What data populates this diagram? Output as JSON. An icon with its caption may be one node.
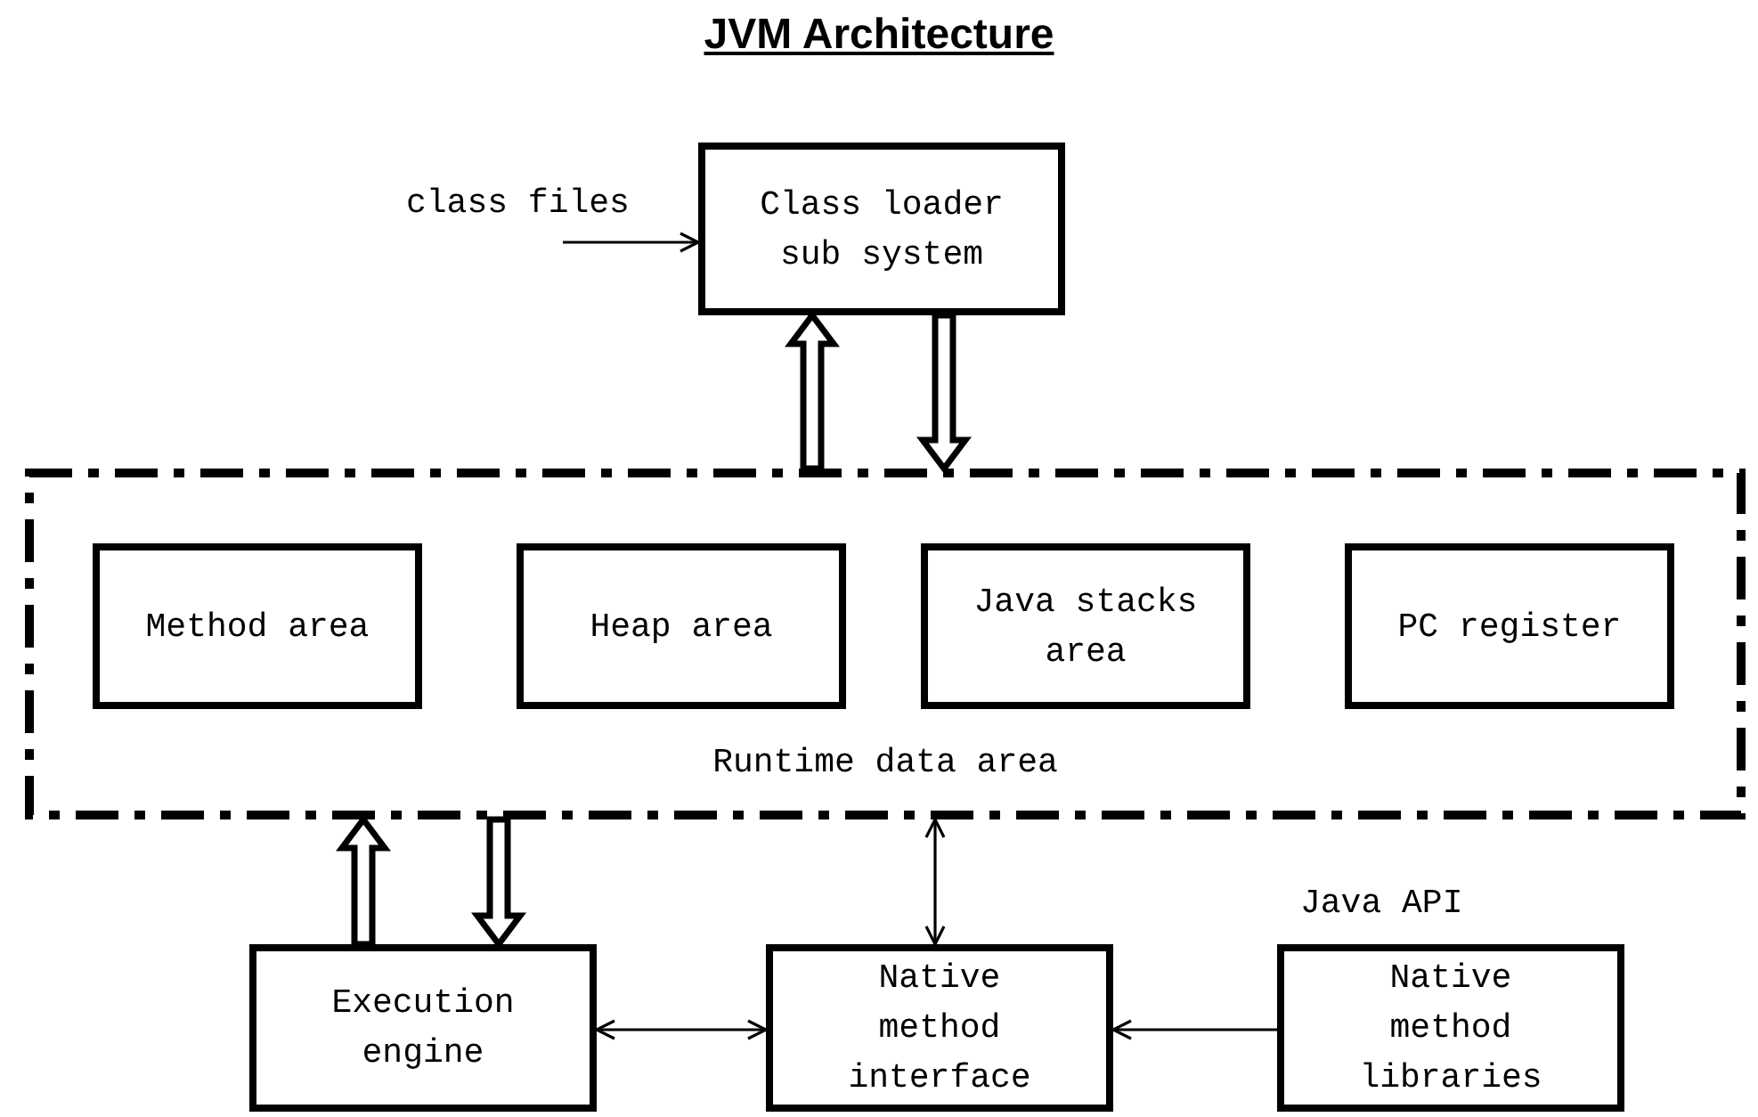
{
  "diagram": {
    "title": "JVM Architecture",
    "nodes": [
      {
        "text": [
          "class files"
        ]
      },
      {
        "text": [
          "Class loader sub system"
        ]
      },
      {
        "text": [
          "Runtime data area"
        ]
      },
      {
        "text": [
          "Method area"
        ],
        "in": 2
      },
      {
        "text": [
          "Heap area"
        ],
        "in": 2
      },
      {
        "text": [
          "Java stacks area"
        ],
        "in": 2
      },
      {
        "text": [
          "PC register"
        ],
        "in": 2
      },
      {
        "text": [
          "Execution engine"
        ]
      },
      {
        "text": [
          "Native method interface"
        ]
      },
      {
        "text": [
          "Native method libraries"
        ],
        "beside": [
          "Java API"
        ]
      }
    ],
    "edges": [
      {
        "from": 0,
        "to": 1,
        "arrow": "to"
      },
      {
        "from": 2,
        "to": 1,
        "arrow": "to",
        "style": "thick"
      },
      {
        "from": 1,
        "to": 2,
        "arrow": "to",
        "style": "thick"
      },
      {
        "from": 7,
        "to": 2,
        "arrow": "to",
        "style": "thick"
      },
      {
        "from": 2,
        "to": 7,
        "arrow": "to",
        "style": "thick"
      },
      {
        "from": 2,
        "to": 8,
        "arrow": "both"
      },
      {
        "from": 7,
        "to": 8,
        "arrow": "both"
      },
      {
        "from": 9,
        "to": 8,
        "arrow": "to"
      }
    ]
  }
}
